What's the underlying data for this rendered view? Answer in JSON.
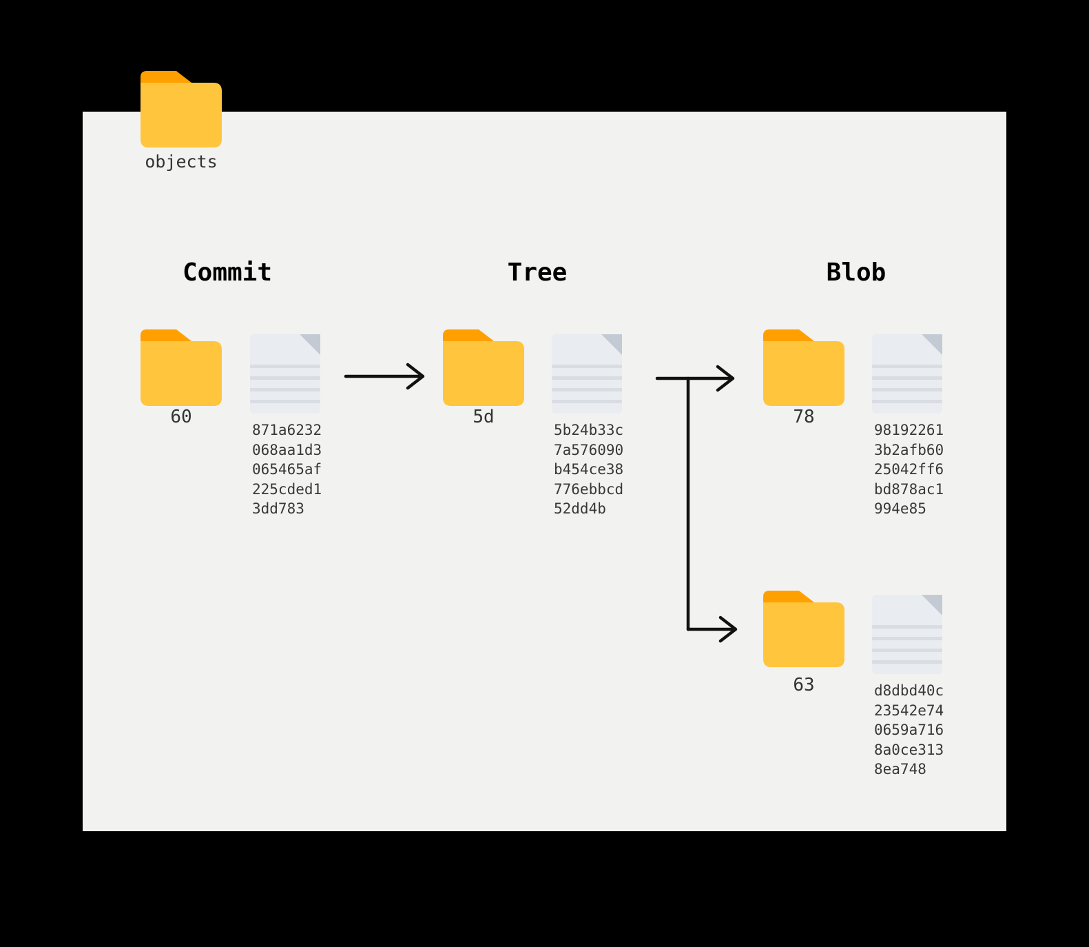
{
  "root": {
    "folder_label": "objects"
  },
  "columns": [
    {
      "title": "Commit"
    },
    {
      "title": "Tree"
    },
    {
      "title": "Blob"
    }
  ],
  "nodes": {
    "commit": {
      "folder_label": "60",
      "hash": [
        "871a6232",
        "068aa1d3",
        "065465af",
        "225cded1",
        "3dd783"
      ]
    },
    "tree": {
      "folder_label": "5d",
      "hash": [
        "5b24b33c",
        "7a576090",
        "b454ce38",
        "776ebbcd",
        "52dd4b"
      ]
    },
    "blob1": {
      "folder_label": "78",
      "hash": [
        "98192261",
        "3b2afb60",
        "25042ff6",
        "bd878ac1",
        "994e85"
      ]
    },
    "blob2": {
      "folder_label": "63",
      "hash": [
        "d8dbd40c",
        "23542e74",
        "0659a716",
        "8a0ce313",
        "8ea748"
      ]
    }
  },
  "colors": {
    "background": "#000000",
    "panel": "#f2f2f0",
    "folder_body": "#ffc53d",
    "folder_tab": "#ffa000",
    "doc_body": "#e9ecf0",
    "doc_line": "#d9dde3",
    "doc_fold": "#c3cad4",
    "arrow": "#111111",
    "title_text": "#000000",
    "label_text": "#333333"
  }
}
